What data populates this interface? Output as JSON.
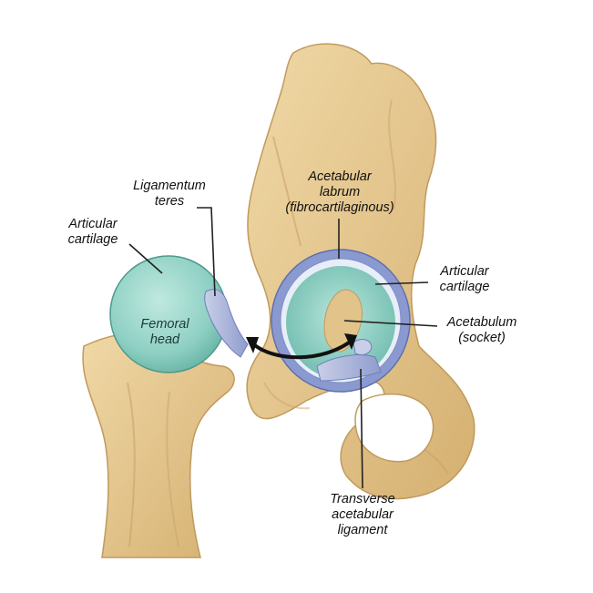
{
  "labels": {
    "articular_cartilage_left": [
      "Articular",
      "cartilage"
    ],
    "ligamentum_teres": [
      "Ligamentum",
      "teres"
    ],
    "acetabular_labrum": [
      "Acetabular",
      "labrum",
      "(fibrocartilaginous)"
    ],
    "articular_cartilage_right": [
      "Articular",
      "cartilage"
    ],
    "acetabulum": [
      "Acetabulum",
      "(socket)"
    ],
    "femoral_head": [
      "Femoral",
      "head"
    ],
    "transverse_ligament": [
      "Transverse",
      "acetabular",
      "ligament"
    ]
  },
  "colors": {
    "bone": "#e6c890",
    "bone_shadow": "#c9a467",
    "cartilage": "#8fd0c4",
    "labrum": "#8a9ad0",
    "leader": "#222222",
    "arrow": "#111111"
  }
}
